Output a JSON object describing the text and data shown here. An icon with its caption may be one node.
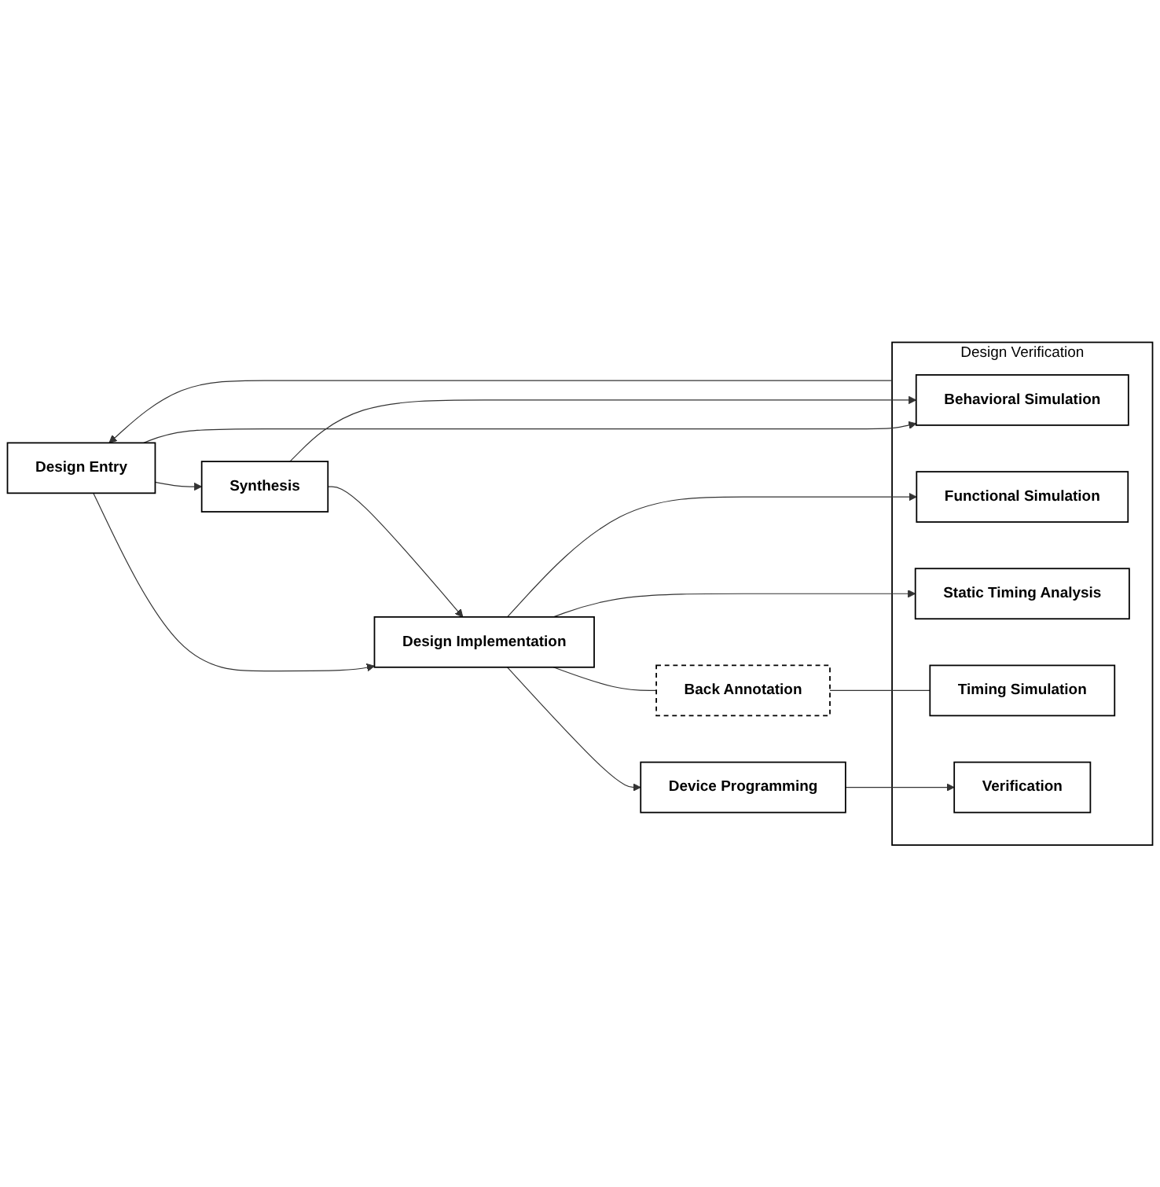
{
  "diagram": {
    "nodes": [
      {
        "text": [
          "Design Entry"
        ]
      },
      {
        "text": [
          "Design Verification"
        ]
      },
      {
        "text": [
          "Behavioral Simulation"
        ],
        "in": 1
      },
      {
        "text": [
          "Synthesis"
        ]
      },
      {
        "text": [
          "Functional Simulation"
        ],
        "in": 1
      },
      {
        "text": [
          "Design Implementation"
        ]
      },
      {
        "text": [
          "Static Timing Analysis"
        ],
        "in": 1
      },
      {
        "text": [
          "Back Annotation"
        ]
      },
      {
        "text": [
          "Timing Simulation"
        ],
        "in": 1
      },
      {
        "text": [
          "Device Programming"
        ]
      },
      {
        "text": [
          "Verification"
        ],
        "in": 1
      }
    ],
    "edges": [
      {
        "from": 1,
        "to": 0,
        "arrow": "to"
      },
      {
        "from": 0,
        "to": 2,
        "arrow": "to"
      },
      {
        "from": 0,
        "to": 3,
        "arrow": "to"
      },
      {
        "from": 3,
        "to": 2,
        "arrow": "to"
      },
      {
        "from": 0,
        "to": 5,
        "arrow": "to"
      },
      {
        "from": 3,
        "to": 5,
        "arrow": "to"
      },
      {
        "from": 5,
        "to": 4,
        "arrow": "to"
      },
      {
        "from": 5,
        "to": 6,
        "arrow": "to"
      },
      {
        "from": 5,
        "to": 7,
        "arrow": "none"
      },
      {
        "from": 7,
        "to": 8,
        "arrow": "none"
      },
      {
        "from": 5,
        "to": 9,
        "arrow": "to"
      },
      {
        "from": 9,
        "to": 10,
        "arrow": "to"
      }
    ]
  }
}
